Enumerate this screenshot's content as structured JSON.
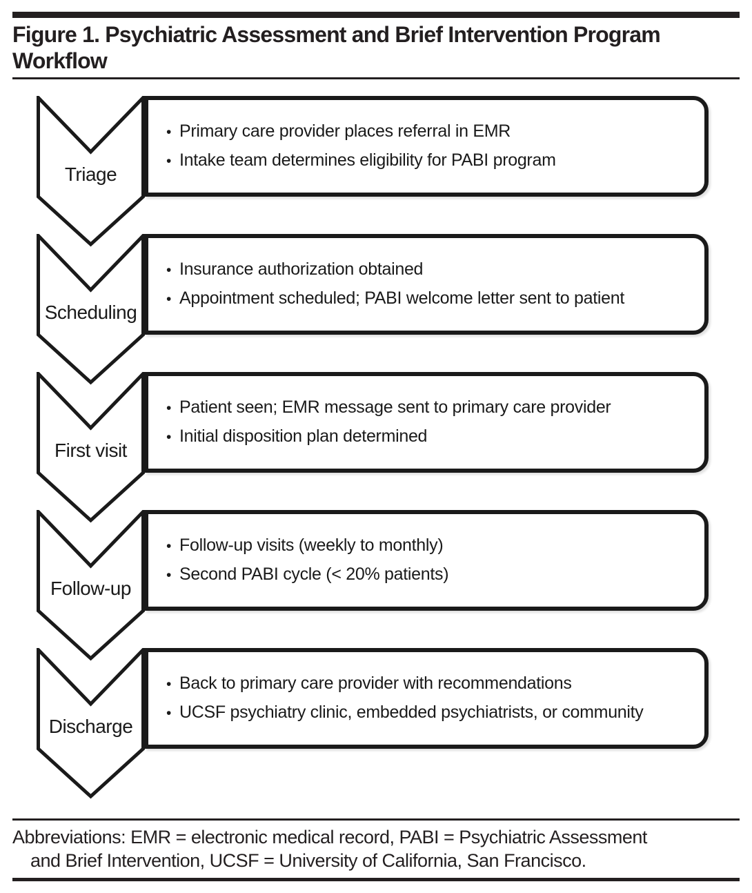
{
  "title": {
    "line1": "Figure 1. Psychiatric Assessment and Brief Intervention Program",
    "line2": "Workflow"
  },
  "steps": [
    {
      "label": "Triage",
      "bullets": [
        "Primary care provider places referral in EMR",
        "Intake team determines eligibility for PABI program"
      ]
    },
    {
      "label": "Scheduling",
      "bullets": [
        "Insurance authorization obtained",
        "Appointment scheduled; PABI welcome letter sent to patient"
      ]
    },
    {
      "label": "First visit",
      "bullets": [
        "Patient seen; EMR message sent to primary care provider",
        "Initial disposition plan determined"
      ]
    },
    {
      "label": "Follow-up",
      "bullets": [
        "Follow-up visits (weekly to monthly)",
        "Second PABI cycle (< 20% patients)"
      ]
    },
    {
      "label": "Discharge",
      "bullets": [
        "Back to primary care provider with recommendations",
        "UCSF psychiatry clinic, embedded psychiatrists, or community"
      ]
    }
  ],
  "bullet_glyph": "•",
  "footnote": {
    "line1": "Abbreviations: EMR = electronic medical record, PABI = Psychiatric Assessment",
    "line2": "and Brief Intervention, UCSF = University of California, San Francisco."
  },
  "colors": {
    "ink": "#231f20",
    "border": "#1a1a1a",
    "background": "#ffffff"
  }
}
